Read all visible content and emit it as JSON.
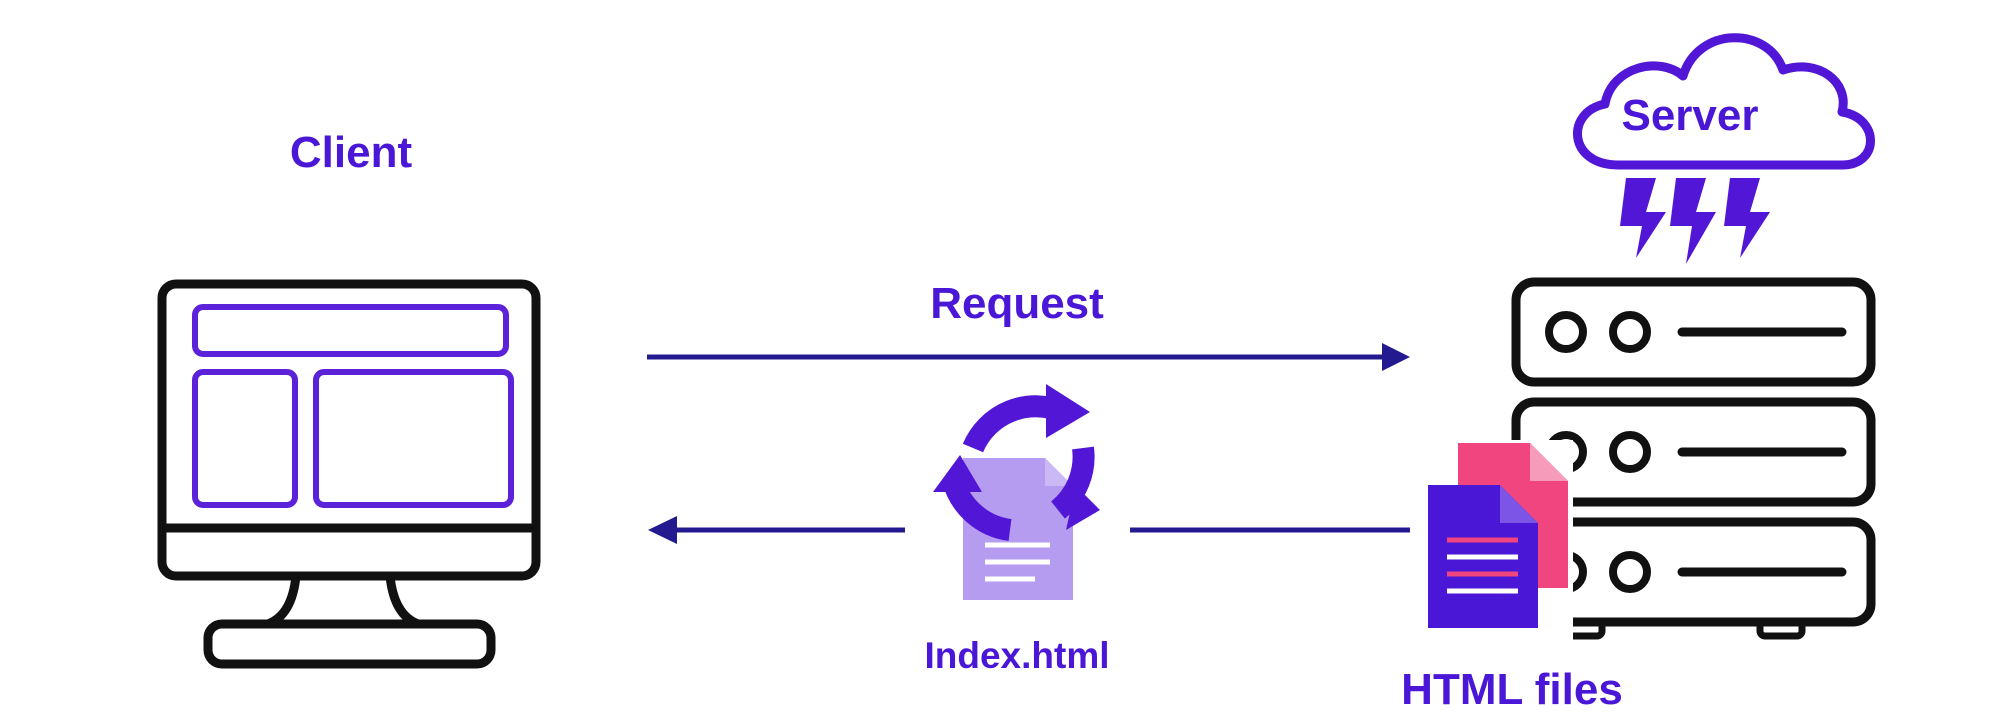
{
  "labels": {
    "client": "Client",
    "request": "Request",
    "index_file": "Index.html",
    "html_files": "HTML files",
    "server": "Server"
  },
  "colors": {
    "purple": "#4a17d6",
    "navy": "#241a8f",
    "lavender": "#b59cf1",
    "pink": "#f0457e",
    "black": "#111111"
  }
}
